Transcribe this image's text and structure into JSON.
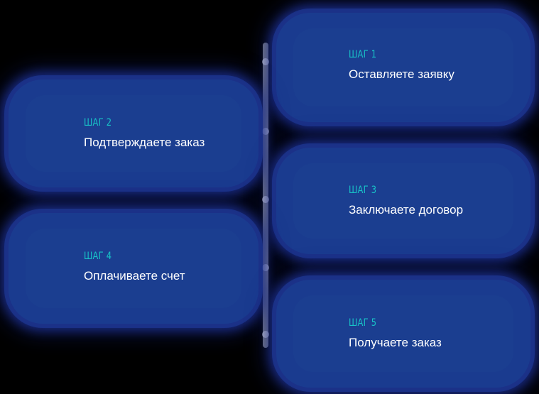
{
  "colors": {
    "background": "#000000",
    "card": "#1a3b8f",
    "step_label": "#18c3c7",
    "step_title": "#ffffff"
  },
  "steps": [
    {
      "label": "ШАГ 1",
      "title": "Оставляете заявку"
    },
    {
      "label": "ШАГ 2",
      "title": "Подтверждаете заказ"
    },
    {
      "label": "ШАГ 3",
      "title": "Заключаете договор"
    },
    {
      "label": "ШАГ 4",
      "title": "Оплачиваете счет"
    },
    {
      "label": "ШАГ 5",
      "title": "Получаете заказ"
    }
  ]
}
